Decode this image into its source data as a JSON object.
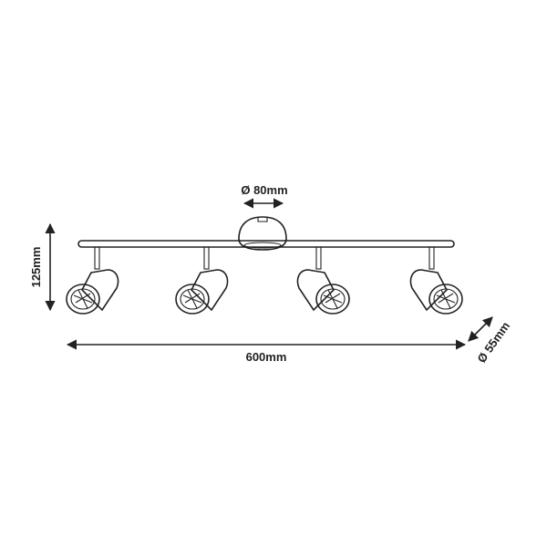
{
  "dimensions": {
    "canopy_diameter": "Ø 80mm",
    "height": "125mm",
    "length": "600mm",
    "spot_diameter": "Ø 55mm"
  },
  "colors": {
    "line": "#222222",
    "background": "#ffffff"
  }
}
